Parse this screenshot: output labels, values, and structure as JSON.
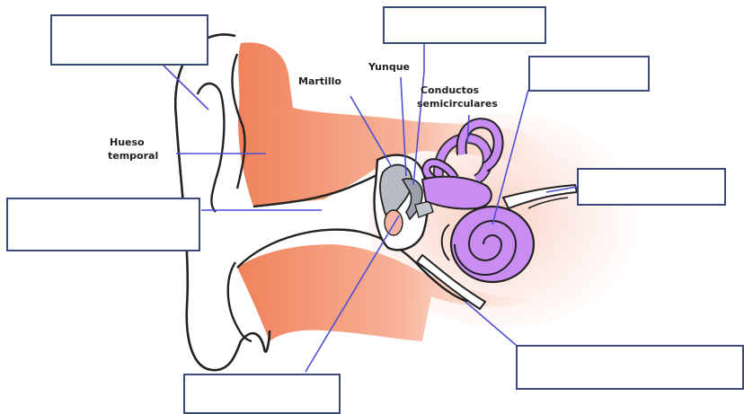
{
  "labels": {
    "martillo": "Martillo",
    "yunque": "Yunque",
    "conductos_1": "Conductos",
    "conductos_2": "semicirculares",
    "hueso_1": "Hueso",
    "hueso_2": "temporal"
  },
  "blank_boxes": [
    {
      "id": "top-left"
    },
    {
      "id": "top-center"
    },
    {
      "id": "top-right"
    },
    {
      "id": "mid-left"
    },
    {
      "id": "mid-right"
    },
    {
      "id": "bottom-center"
    },
    {
      "id": "bottom-right"
    }
  ],
  "colors": {
    "tissue": "#f0825a",
    "tissue_light": "#f8c0a6",
    "inner_ear": "#c88cf2",
    "ossicle": "#b7bcc4",
    "leader_line": "#4e4fd6",
    "box_border": "#3b4a7a"
  }
}
